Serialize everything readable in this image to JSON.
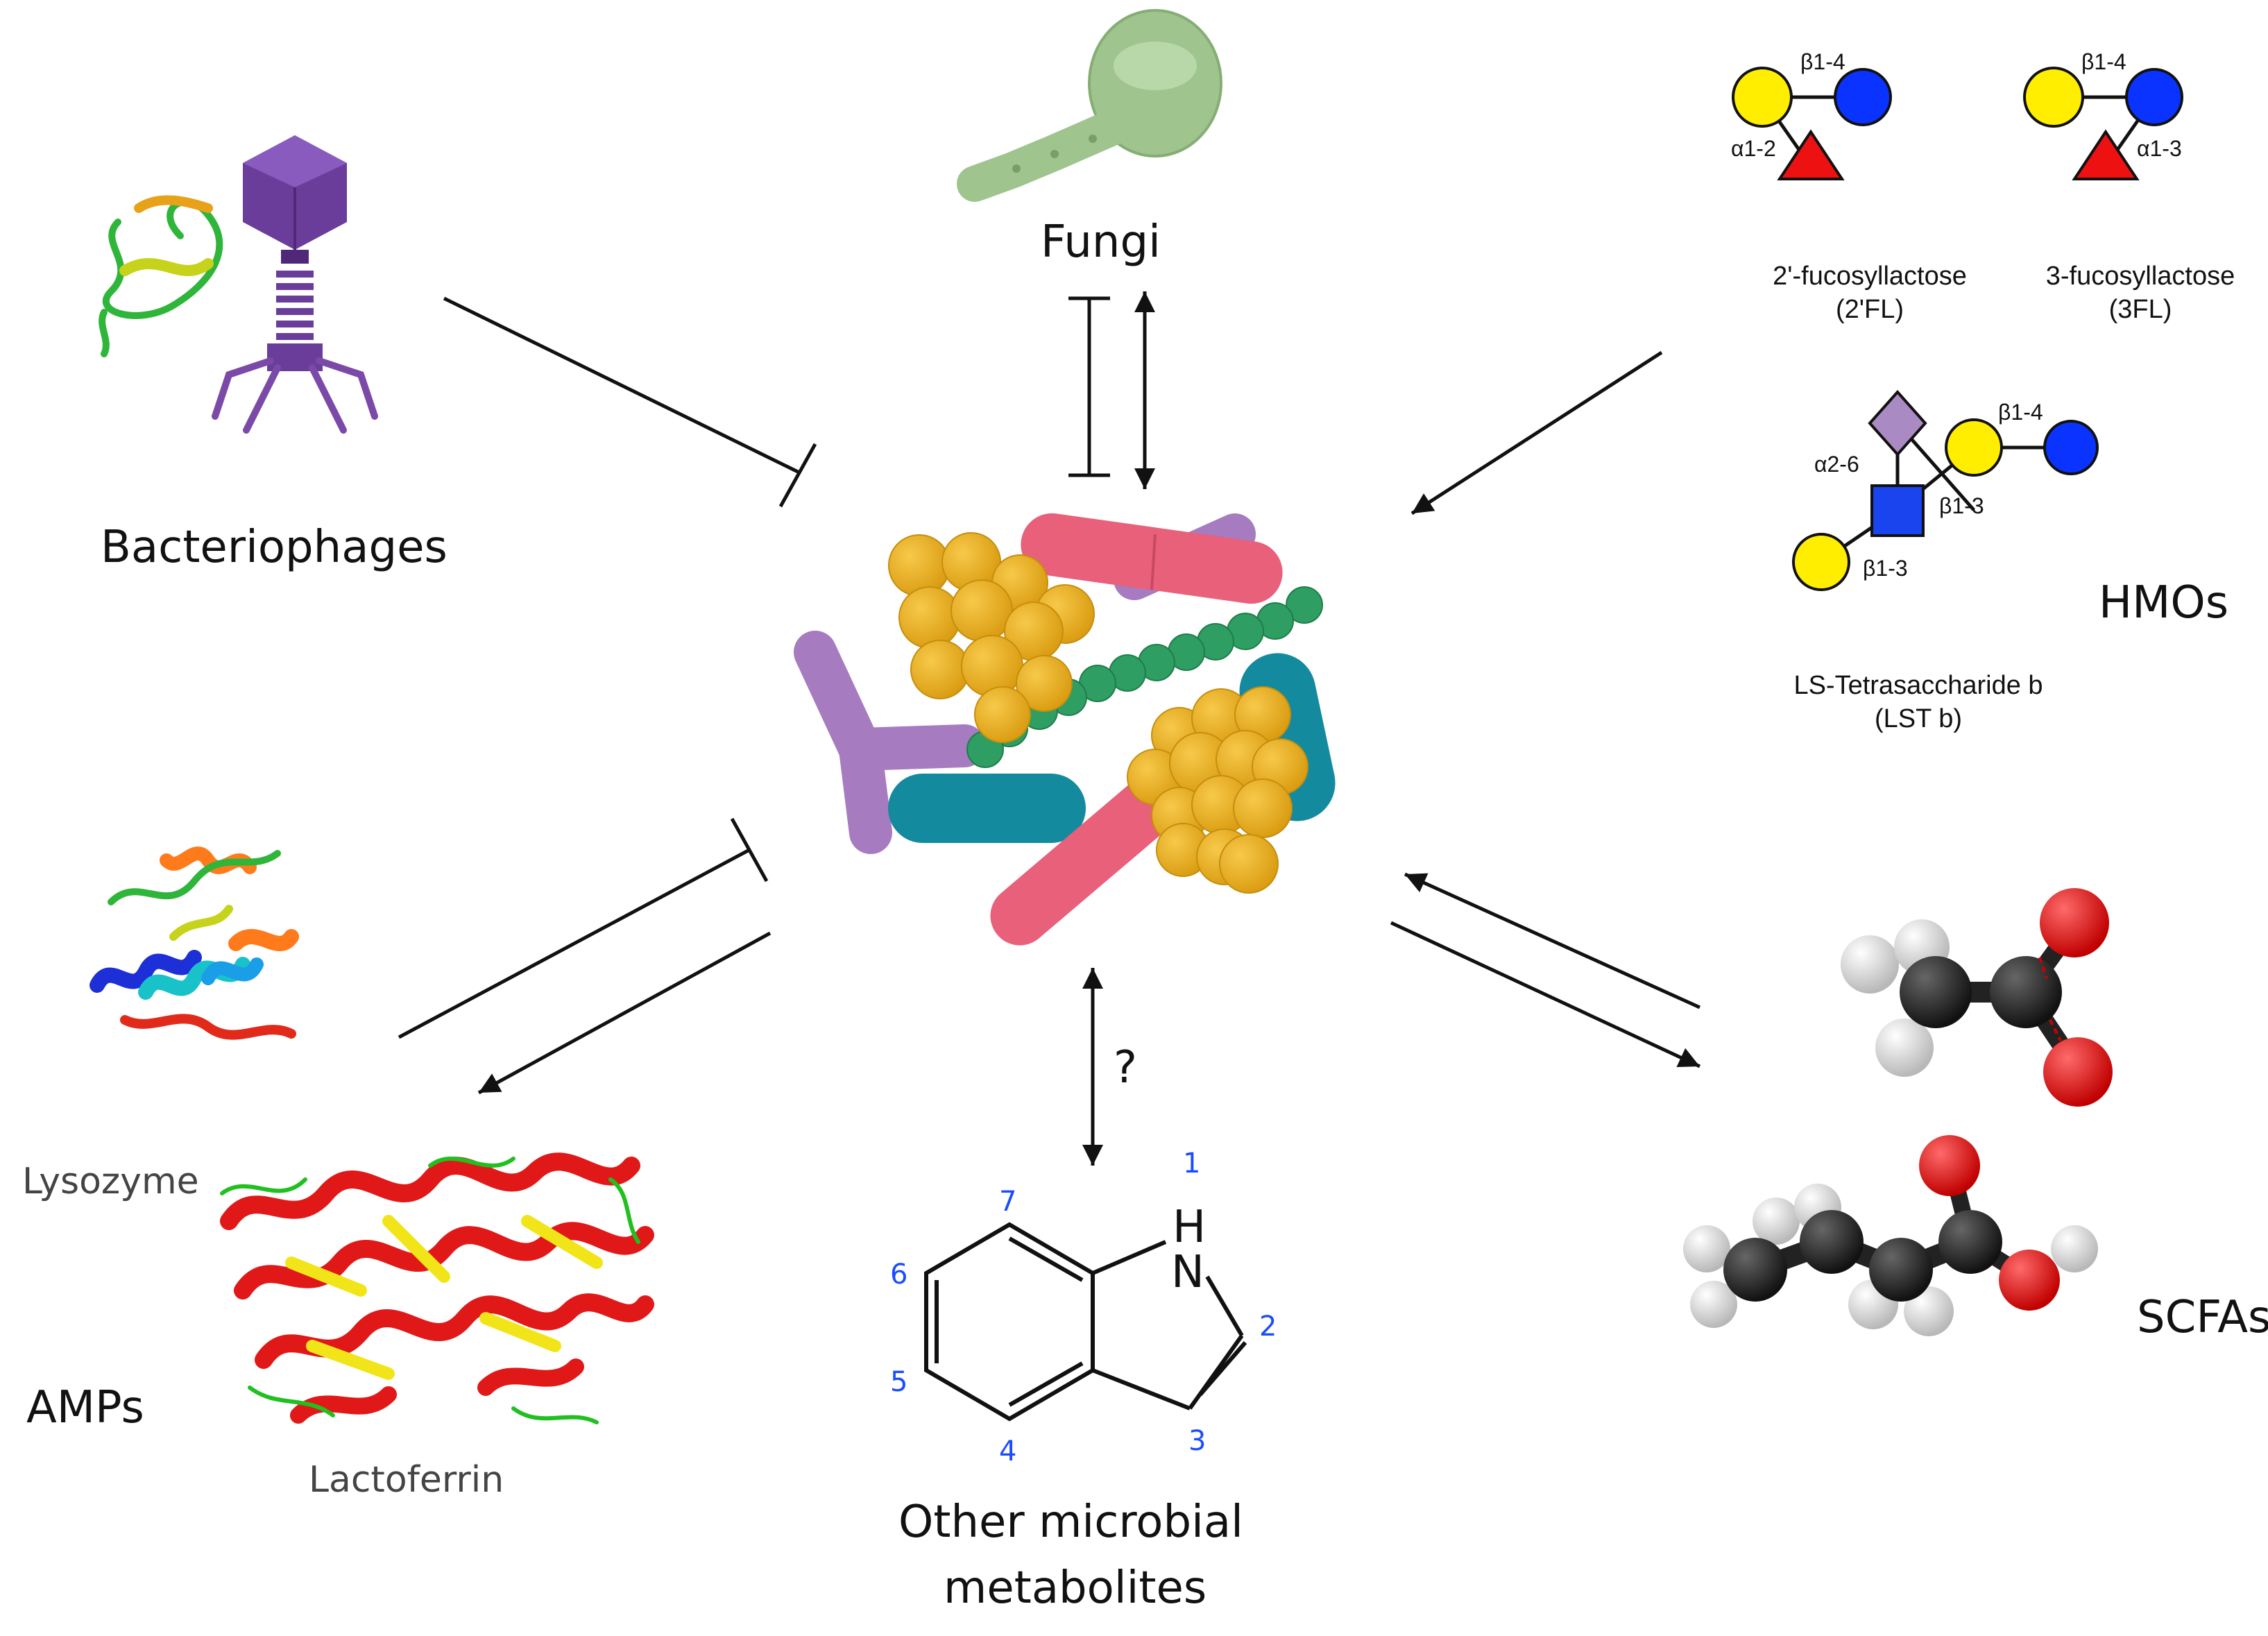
{
  "labels": {
    "bacteriophages": "Bacteriophages",
    "fungi": "Fungi",
    "hmos": "HMOs",
    "scfas": "SCFAs",
    "amps": "AMPs",
    "lysozyme": "Lysozyme",
    "lactoferrin": "Lactoferrin",
    "other_line1": "Other microbial",
    "other_line2": "metabolites",
    "question": "?"
  },
  "hmo": {
    "fl2_name": "2'-fucosyllactose",
    "fl2_abbr": "(2'FL)",
    "fl3_name": "3-fucosyllactose",
    "fl3_abbr": "(3FL)",
    "lst_name": "LS-Tetrasaccharide b",
    "lst_abbr": "(LST b)",
    "linkages": {
      "fl2_b14": "β1-4",
      "fl2_a12": "α1-2",
      "fl3_b14": "β1-4",
      "fl3_a13": "α1-3",
      "lst_a26": "α2-6",
      "lst_b14": "β1-4",
      "lst_b13_upper": "β1-3",
      "lst_b13_lower": "β1-3"
    }
  },
  "indole": {
    "atom_n": "N",
    "atom_h": "H",
    "numbers": [
      "1",
      "2",
      "3",
      "4",
      "5",
      "6",
      "7"
    ]
  },
  "colors": {
    "galactose": "#ffee00",
    "glucose": "#0a33ff",
    "fucose": "#ee1111",
    "glcnac": "#1a44ee",
    "neu5ac": "#a98ac2",
    "bacteria_pink": "#e8607a",
    "bacteria_teal": "#138a9e",
    "bacteria_gold": "#e5aa1c",
    "bacteria_green": "#2e9e62",
    "bacteria_purple": "#a77bbf",
    "phage": "#6a3d9a",
    "fungi": "#9fc48e"
  }
}
